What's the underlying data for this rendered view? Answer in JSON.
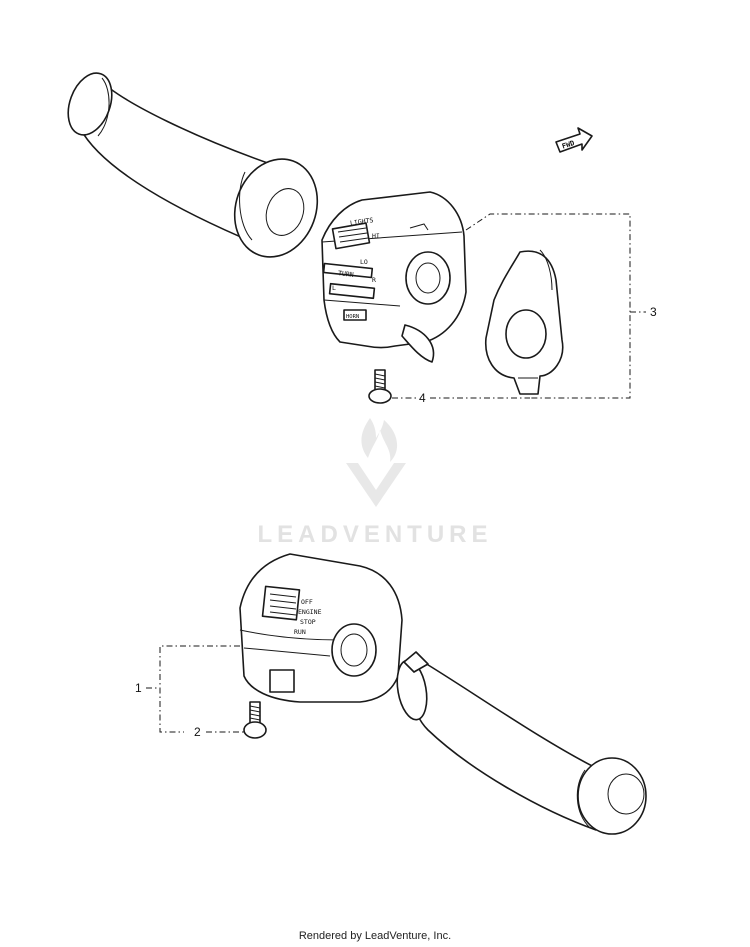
{
  "watermark": {
    "brand": "LEADVENTURE"
  },
  "callouts": {
    "c1": "1",
    "c2": "2",
    "c3": "3",
    "c4": "4"
  },
  "labels": {
    "fwd": "FWD",
    "lights": "LIGHTS",
    "hi": "HI",
    "lo": "LO",
    "turn": "TURN",
    "r": "R",
    "l": "L",
    "horn": "HORN",
    "off": "OFF",
    "engine": "ENGINE",
    "stop": "STOP",
    "run": "RUN"
  },
  "footer": {
    "text": "Rendered by LeadVenture, Inc."
  }
}
